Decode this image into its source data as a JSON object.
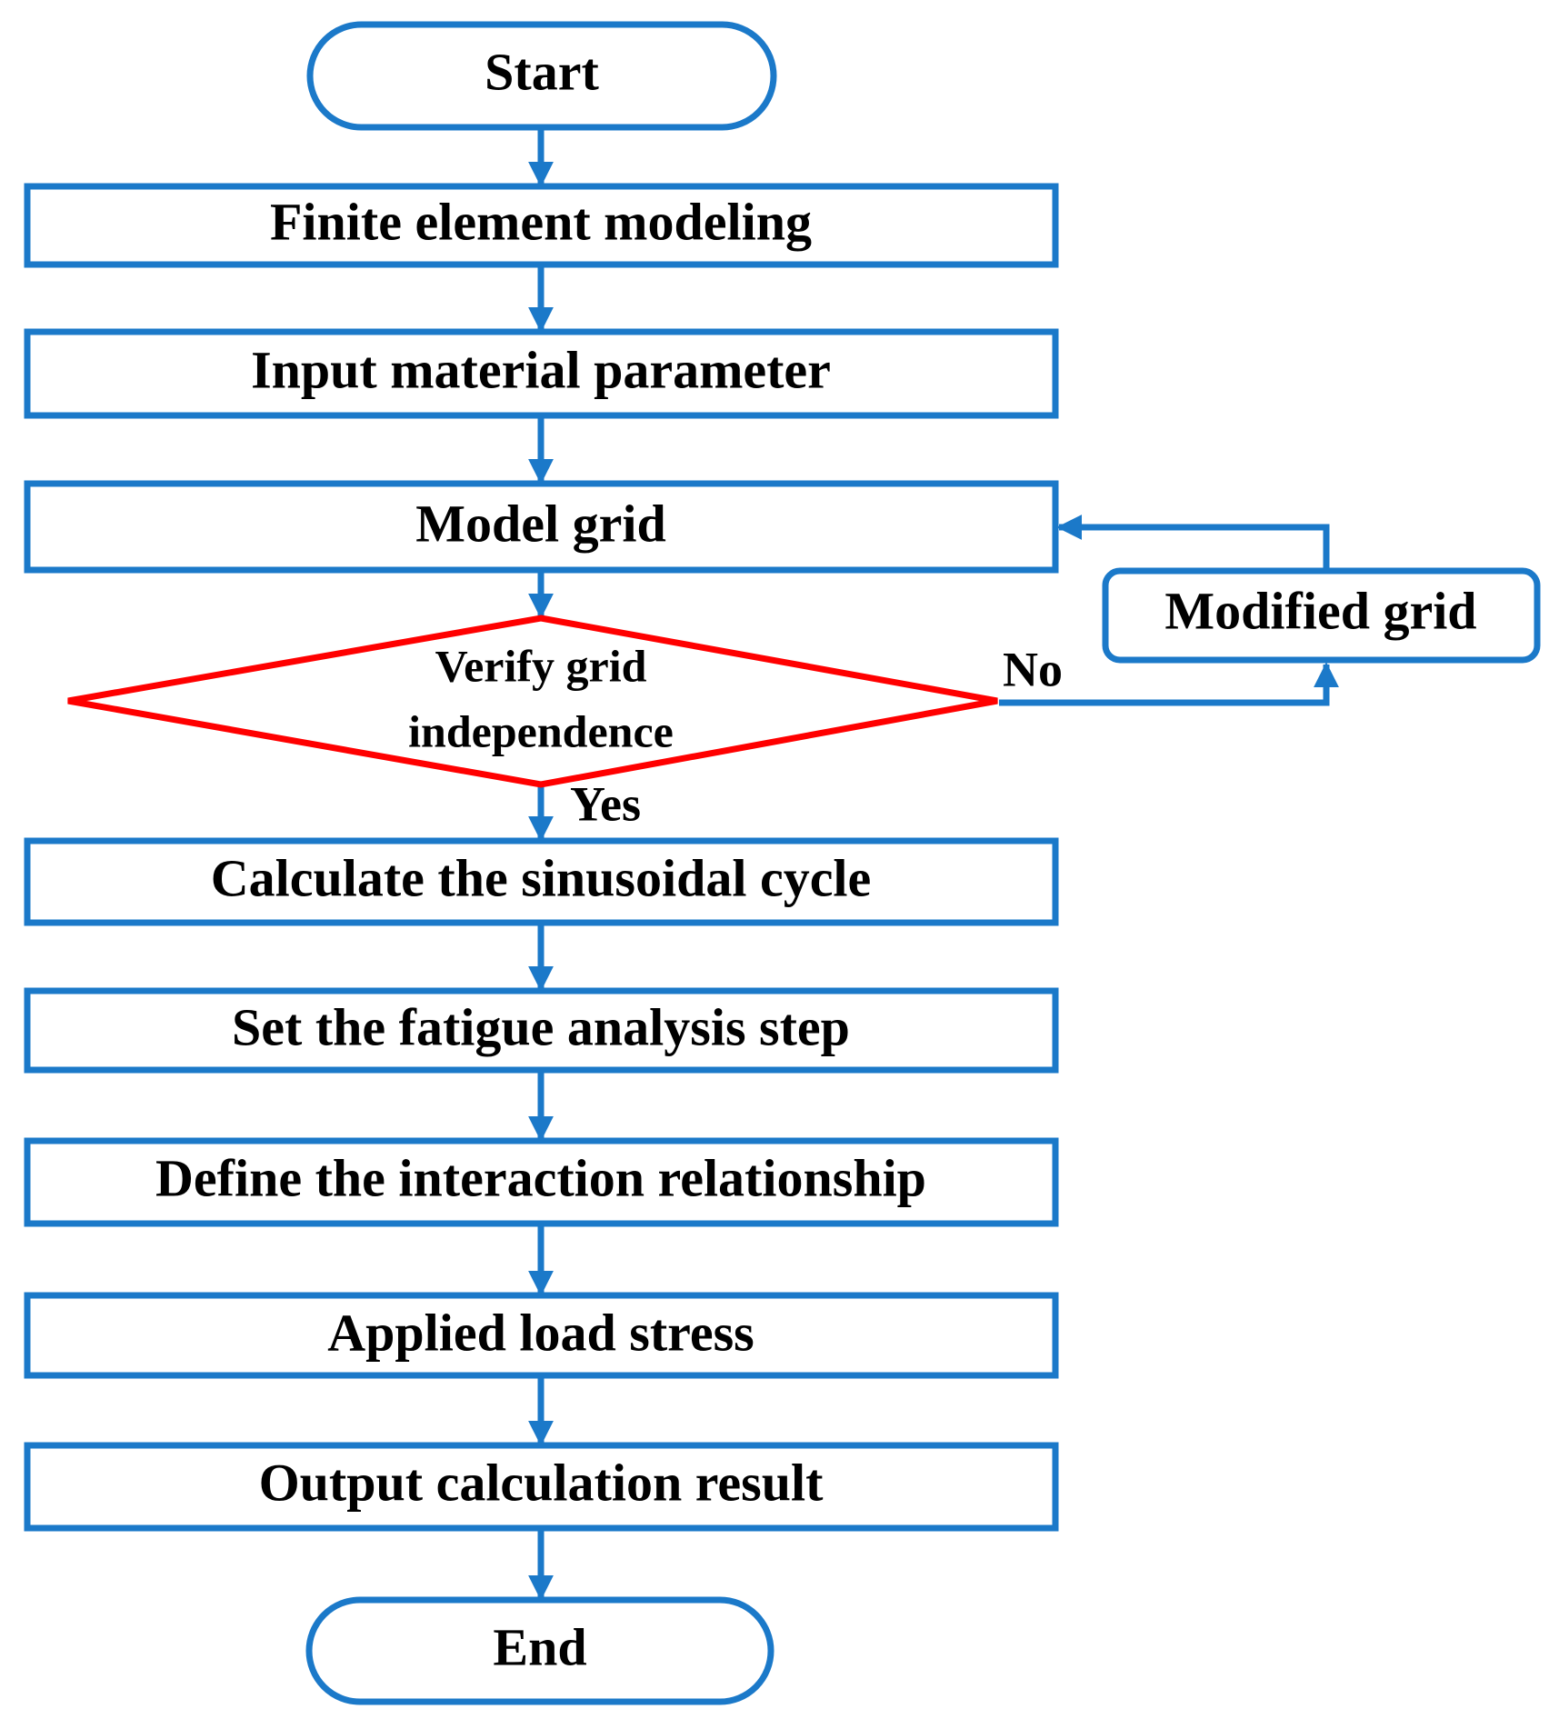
{
  "colors": {
    "process": "#1b79c9",
    "decision": "#ff0000",
    "text": "#000000",
    "background": "#ffffff"
  },
  "nodes": {
    "start": "Start",
    "finite_element_modeling": "Finite element modeling",
    "input_material_parameter": "Input material parameter",
    "model_grid": "Model grid",
    "verify_line1": "Verify grid",
    "verify_line2": "independence",
    "modified_grid": "Modified grid",
    "calculate_sinusoidal_cycle": "Calculate the sinusoidal cycle",
    "set_fatigue_step": "Set the fatigue analysis step",
    "define_interaction": "Define the interaction relationship",
    "applied_load_stress": "Applied load stress",
    "output_result": "Output calculation result",
    "end": "End"
  },
  "edge_labels": {
    "no": "No",
    "yes": "Yes"
  }
}
